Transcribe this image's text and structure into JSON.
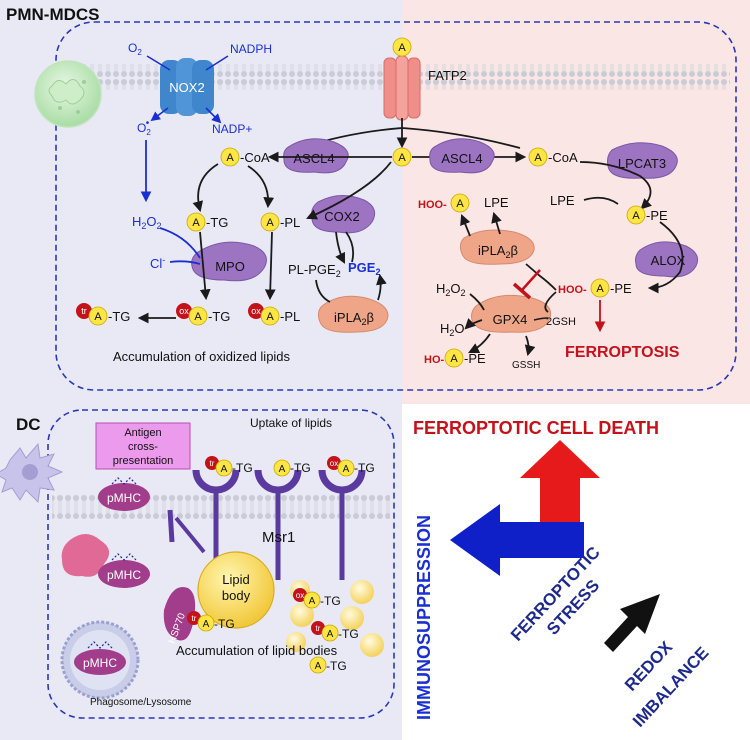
{
  "panels": {
    "mdsc_title": "PMN-MDCS",
    "dc_title": "DC"
  },
  "mdsc": {
    "o2": "O",
    "o2_sub": "2",
    "nadph": "NADPH",
    "nox2": "NOX2",
    "superoxide": "O",
    "superoxide_sub": "2",
    "superoxide_sup": "•",
    "nadp": "NADP+",
    "fatp2": "FATP2",
    "acyl_coa_left": "-CoA",
    "ascl4_left": "ASCL4",
    "h2o2_main": "H",
    "h2o2_sub1": "2",
    "h2o2_mid": "O",
    "h2o2_sub2": "2",
    "tg_label": "-TG",
    "pl_label": "-PL",
    "cl_label": "Cl",
    "cl_sup": "-",
    "mpo": "MPO",
    "cox2": "COX2",
    "pge2": "PGE",
    "pge2_sub": "2",
    "pl_pge2": "PL-PGE",
    "pl_pge2_sub": "2",
    "iplab_left": "iPLA",
    "iplab_left_sub": "2",
    "iplab_left_beta": "β",
    "ox_tg": "-TG",
    "ox_pl": "-PL",
    "tr_tg": "-TG",
    "accumulation": "Accumulation of oxidized lipids"
  },
  "ferro": {
    "ascl4_right": "ASCL4",
    "acyl_coa_right": "-CoA",
    "lpcat3": "LPCAT3",
    "lpe_right": "LPE",
    "lpe_top": "LPE",
    "ape": "-PE",
    "hoo_left": "HOO-",
    "iplab_right": "iPLA",
    "iplab_right_sub": "2",
    "iplab_right_beta": "β",
    "alox": "ALOX",
    "hoo_pe_prefix": "HOO-",
    "hoo_pe": "-PE",
    "h2o2": "H",
    "h2o2_sub1": "2",
    "h2o2_mid": "O",
    "h2o2_sub2": "2",
    "gpx4": "GPX4",
    "twogsh": "2GSH",
    "h2o": "H",
    "h2o_sub": "2",
    "h2o_o": "O",
    "ho_prefix": "HO-",
    "ho_pe": "-PE",
    "gssh": "GSSH",
    "ferroptosis": "FERROPTOSIS"
  },
  "dc": {
    "antigen": "Antigen",
    "cross": "cross-",
    "presentation": "presentation",
    "uptake": "Uptake of lipids",
    "msr1": "Msr1",
    "pmhc1": "pMHC",
    "pmhc2": "pMHC",
    "pmhc3": "pMHC",
    "lipid": "Lipid",
    "body": "body",
    "hsp70": "HSP70",
    "tr_tg_body": "-TG",
    "ox_tg_right": "-TG",
    "tr_tg_right": "-TG",
    "a_tg_right": "-TG",
    "rec_tr_tg": "-TG",
    "rec_a_tg": "-TG",
    "rec_ox_tg": "-TG",
    "accumulation_bodies": "Accumulation of lipid bodies",
    "phagosome": "Phagosome/Lysosome"
  },
  "badges": {
    "a": "A",
    "ox": "ox",
    "tr": "tr"
  },
  "outcome": {
    "cell_death": "FERROPTOTIC CELL DEATH",
    "immunosuppression": "IMMUNOSUPPRESSION",
    "stress_line1": "FERROPTOTIC",
    "stress_line2": "STRESS",
    "redox_line1": "REDOX",
    "redox_line2": "IMBALANCE"
  },
  "colors": {
    "mdsc_bg": "#e9e9f5",
    "ferro_bg": "#fbe6e6",
    "dc_bg": "#e9e9f5",
    "dash_border": "#2a37b5",
    "lipid_yellow": "#fde545",
    "enzyme_purple": "#9c74c2",
    "enzyme_salmon": "#eea588",
    "dark_red": "#c4121b",
    "navy": "#1d2a8c",
    "blue_text": "#1a2fd0"
  }
}
